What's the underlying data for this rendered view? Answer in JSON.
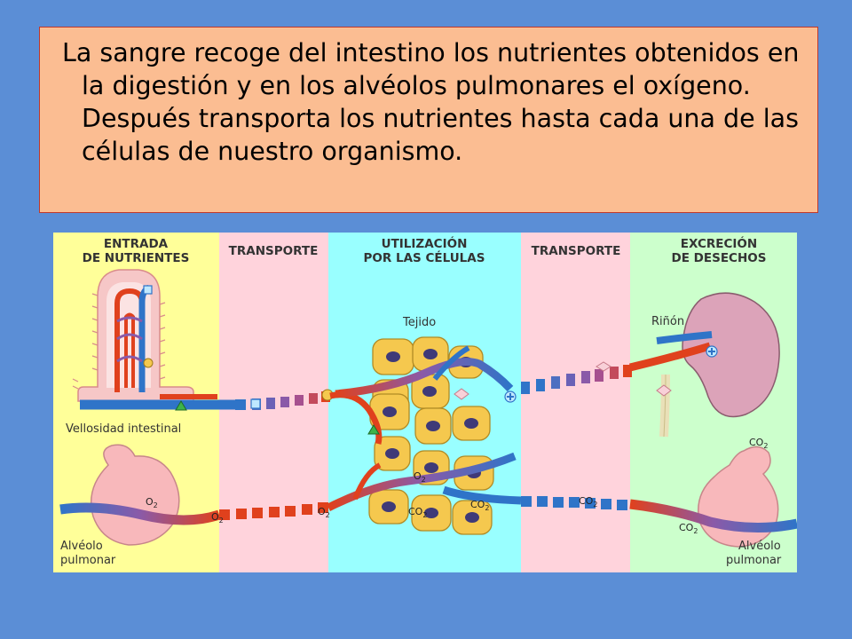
{
  "paragraph": "La sangre recoge del intestino los nutrientes obtenidos en la digestión y en los alvéolos pulmonares el oxígeno. Después transporta los nutrientes hasta cada una de las células de nuestro organismo.",
  "diagram": {
    "columns": [
      {
        "line1": "ENTRADA",
        "line2": "DE NUTRIENTES",
        "color": "#ffff99"
      },
      {
        "line1": "TRANSPORTE",
        "line2": "",
        "color": "#ffd3dc"
      },
      {
        "line1": "UTILIZACIÓN",
        "line2": "POR LAS CÉLULAS",
        "color": "#99ffff"
      },
      {
        "line1": "TRANSPORTE",
        "line2": "",
        "color": "#ffd3dc"
      },
      {
        "line1": "EXCRECIÓN",
        "line2": "DE DESECHOS",
        "color": "#ccffcc"
      }
    ],
    "labels": {
      "villus": "Vellosidad intestinal",
      "tissue": "Tejido",
      "kidney": "Riñón",
      "alveolus_left_1": "Alvéolo",
      "alveolus_left_2": "pulmonar",
      "alveolus_right_1": "Alvéolo",
      "alveolus_right_2": "pulmonar"
    },
    "chem": {
      "o2": "O",
      "co2": "CO",
      "sub": "2"
    },
    "colors": {
      "artery": "#e0411d",
      "vein": "#2f74c8",
      "mixed": "#8a5aa8",
      "cell": "#f5c84e",
      "nucleus": "#3f3a78",
      "organ": "#dca3b9",
      "alveolus": "#f8b8bb"
    }
  }
}
